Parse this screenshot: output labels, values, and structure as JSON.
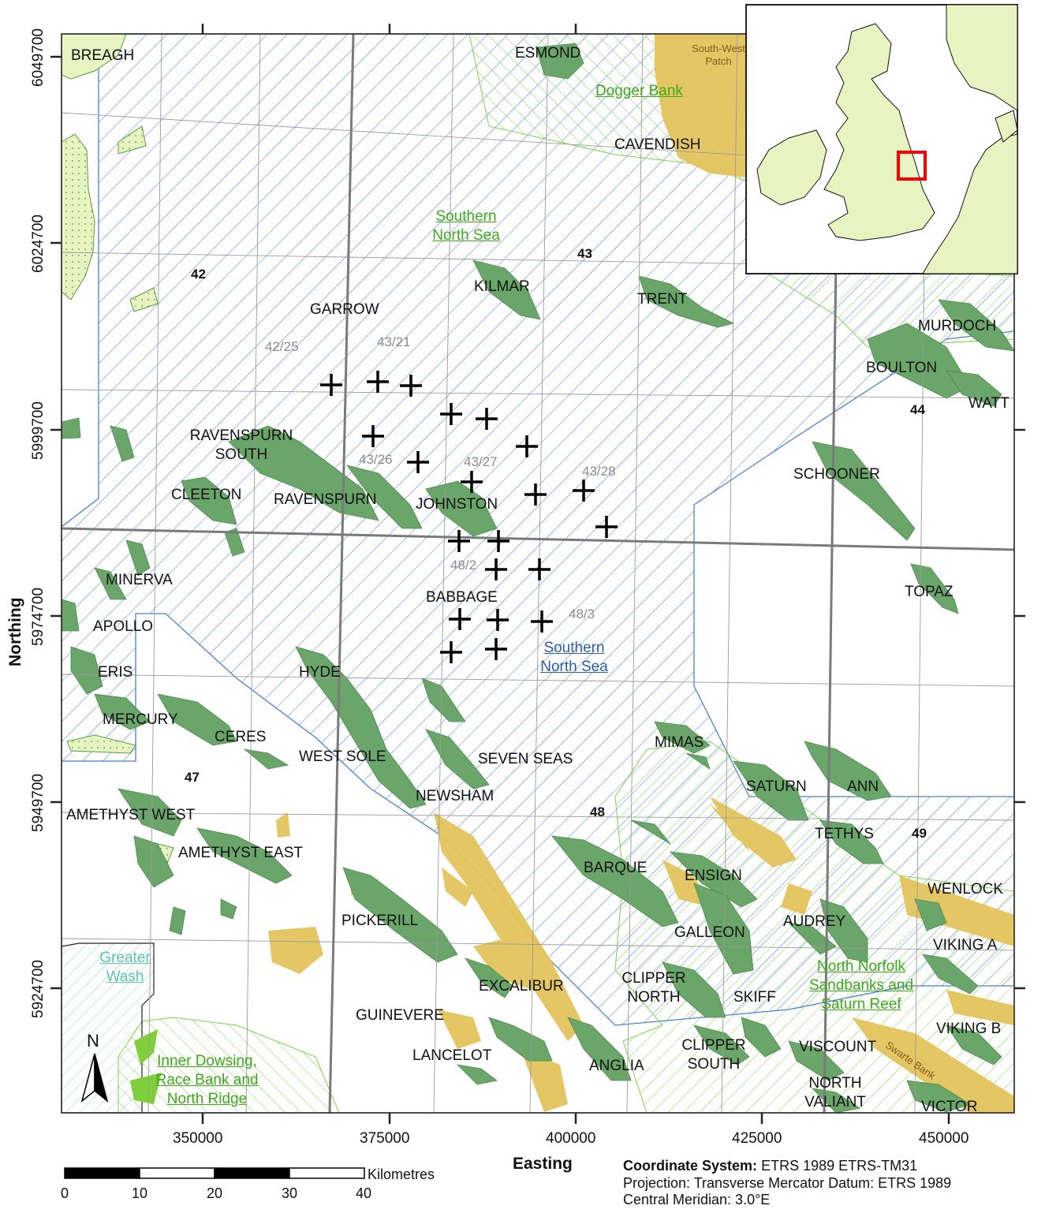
{
  "fields": [
    "BREAGH",
    "ESMOND",
    "CAVENDISH",
    "KILMAR",
    "GARROW",
    "TRENT",
    "MURDOCH",
    "BOULTON",
    "WATT",
    "RAVENSPURN SOUTH",
    "CLEETON",
    "RAVENSPURN",
    "JOHNSTON",
    "SCHOONER",
    "BABBAGE",
    "TOPAZ",
    "MINERVA",
    "APOLLO",
    "ERIS",
    "HYDE",
    "MERCURY",
    "CERES",
    "WEST SOLE",
    "SEVEN SEAS",
    "MIMAS",
    "SATURN",
    "ANN",
    "NEWSHAM",
    "AMETHYST WEST",
    "AMETHYST EAST",
    "TETHYS",
    "BARQUE",
    "ENSIGN",
    "WENLOCK",
    "AUDREY",
    "PICKERILL",
    "GALLEON",
    "VIKING A",
    "CLIPPER NORTH",
    "EXCALIBUR",
    "SKIFF",
    "GUINEVERE",
    "VIKING B",
    "LANCELOT",
    "CLIPPER SOUTH",
    "ANGLIA",
    "VISCOUNT",
    "NORTH VALIANT",
    "VICTOR"
  ],
  "quadrants": [
    "42",
    "43",
    "44",
    "47",
    "48",
    "49"
  ],
  "blocks": [
    "42/25",
    "43/21",
    "43/26",
    "43/27",
    "43/28",
    "48/2",
    "48/3"
  ],
  "protected_areas": {
    "dogger": "Dogger Bank",
    "sns_green": "Southern North Sea",
    "sns_blue": "Southern North Sea",
    "nnsb": "North Norfolk Sandbanks and Saturn Reef",
    "greater_wash": "Greater Wash",
    "inner_dowsing": "Inner Dowsing, Race Bank and North Ridge"
  },
  "sandbanks": {
    "south_west_patch": "South-West Patch",
    "swarte_bank": "Swarte Bank"
  },
  "axes": {
    "x_title": "Easting",
    "y_title": "Northing",
    "x_ticks": [
      "350000",
      "375000",
      "400000",
      "425000",
      "450000"
    ],
    "y_ticks": [
      "6049700",
      "6024700",
      "5999700",
      "5974700",
      "5949700",
      "5924700"
    ]
  },
  "north_arrow": "N",
  "scale_bar": {
    "unit": "Kilometres",
    "labels": [
      "0",
      "10",
      "20",
      "30",
      "40"
    ]
  },
  "coordinate_info": {
    "cs_label": "Coordinate System:",
    "cs_value": "ETRS 1989 ETRS-TM31",
    "projection": "Projection: Transverse Mercator Datum: ETRS 1989",
    "meridian": "Central Meridian: 3.0°E"
  },
  "crosses_count": 21,
  "colors": {
    "field": "#6aa56a",
    "sand": "#e3c45c",
    "land": "#e8f3c2",
    "hatch_blue": "#4a7fcf",
    "hatch_green": "#7ed14a",
    "location_box": "#ff0000"
  }
}
